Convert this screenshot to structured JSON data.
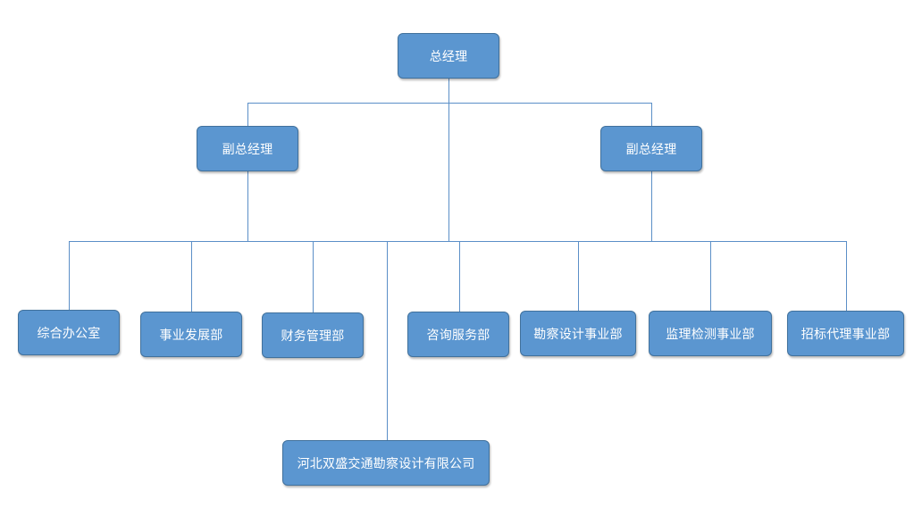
{
  "org_chart": {
    "general_manager": "总经理",
    "deputy_left": "副总经理",
    "deputy_right": "副总经理",
    "departments": {
      "office": "综合办公室",
      "business_dev": "事业发展部",
      "finance": "财务管理部",
      "consulting": "咨询服务部",
      "survey_design": "勘察设计事业部",
      "supervision_testing": "监理检测事业部",
      "tender_agency": "招标代理事业部"
    },
    "subsidiary": "河北双盛交通勘察设计有限公司"
  },
  "colors": {
    "node_fill": "#5b96d0",
    "node_border": "#41719c",
    "node_text": "#ffffff",
    "connector": "#5b8fc7"
  }
}
